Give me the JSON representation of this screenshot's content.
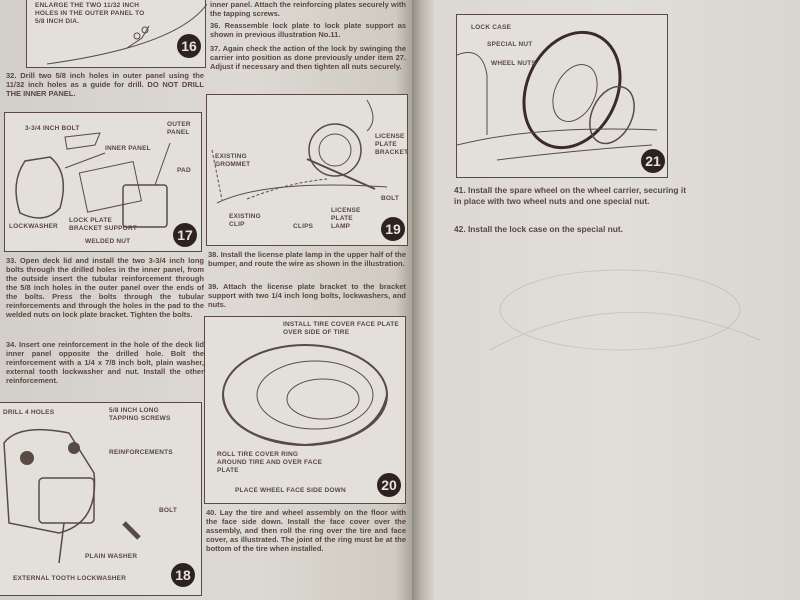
{
  "left_page": {
    "steps": {
      "s35_tail": "inner panel. Attach the reinforcing plates securely with the tapping screws.",
      "s36": "36. Reassemble lock plate to lock plate support as shown in previous illustration No.11.",
      "s37": "37. Again check the action of the lock by swinging the carrier into position as done previously under item 27. Adjust if necessary and then tighten all nuts securely.",
      "s32": "32. Drill two 5/8 inch holes in outer panel using the 11/32 inch holes as a guide for drill. DO NOT DRILL THE INNER PANEL.",
      "s33": "33. Open deck lid and install the two 3-3/4 inch long bolts through the drilled holes in the inner panel, from the outside insert the tubular reinforcement through the 5/8 inch holes in the outer panel over the ends of the bolts. Press the bolts through the tubular reinforcements and through the holes in the pad to the welded nuts on lock plate bracket. Tighten the bolts.",
      "s34": "34. Insert one reinforcement in the hole of the deck lid inner panel opposite the drilled hole. Bolt the reinforcement with a 1/4 x 7/8 inch bolt, plain washer, external tooth lockwasher and nut. Install the other reinforcement.",
      "s38": "38. Install the license plate lamp in the upper half of the bumper, and route the wire as shown in the illustration.",
      "s39": "39. Attach the license plate bracket to the bracket support with two 1/4 inch long bolts, lockwashers, and nuts.",
      "s40": "40. Lay the tire and wheel assembly on the floor with the face side down. Install the face cover over the assembly, and then roll the ring over the tire and face cover, as illustrated. The joint of the ring must be at the bottom of the tire when installed."
    },
    "fig16": {
      "number": "16",
      "label": "ENLARGE THE TWO 11/32 INCH HOLES IN THE OUTER PANEL TO 5/8 INCH DIA."
    },
    "fig17": {
      "number": "17",
      "labels": [
        "3-3/4 INCH BOLT",
        "INNER PANEL",
        "OUTER PANEL",
        "PAD",
        "LOCKWASHER",
        "LOCK PLATE BRACKET SUPPORT",
        "WELDED NUT"
      ]
    },
    "fig18": {
      "number": "18",
      "labels": [
        "DRILL 4 HOLES",
        "5/8 INCH LONG TAPPING SCREWS",
        "REINFORCEMENTS",
        "BOLT",
        "PLAIN WASHER",
        "EXTERNAL TOOTH LOCKWASHER"
      ]
    },
    "fig19": {
      "number": "19",
      "labels": [
        "EXISTING GROMMET",
        "EXISTING CLIP",
        "CLIPS",
        "LICENSE PLATE LAMP",
        "LICENSE PLATE BRACKET",
        "BOLT"
      ]
    },
    "fig20": {
      "number": "20",
      "labels": [
        "INSTALL TIRE COVER FACE PLATE OVER SIDE OF TIRE",
        "ROLL TIRE COVER RING AROUND TIRE AND OVER FACE PLATE",
        "PLACE WHEEL FACE SIDE DOWN"
      ]
    }
  },
  "right_page": {
    "fig21": {
      "number": "21",
      "labels": [
        "LOCK CASE",
        "SPECIAL NUT",
        "WHEEL NUTS"
      ]
    },
    "steps": {
      "s41": "41. Install the spare wheel on the wheel carrier, securing it in place with two wheel nuts and one special nut.",
      "s42": "42. Install the lock case on the special nut."
    }
  }
}
